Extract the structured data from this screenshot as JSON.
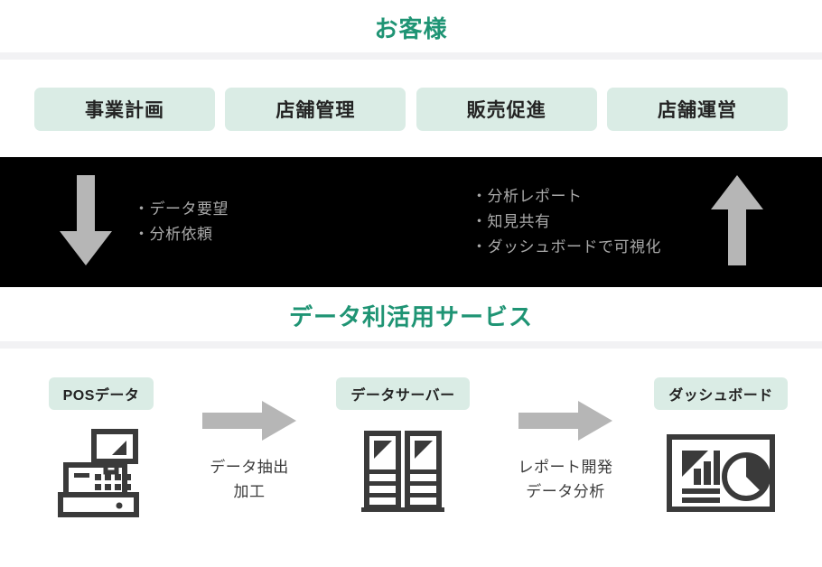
{
  "colors": {
    "accent_green": "#1f9474",
    "pill_mint": "#daece5",
    "band_black": "#000000",
    "arrow_gray": "#b6b6b6",
    "band_text_gray": "#a9a9a9",
    "icon_dark": "#3a3a3a",
    "divider_gray": "#f2f2f4"
  },
  "customer_section": {
    "title": "お客様",
    "pills": [
      {
        "label": "事業計画"
      },
      {
        "label": "店舗管理"
      },
      {
        "label": "販売促進"
      },
      {
        "label": "店舗運営"
      }
    ]
  },
  "exchange_band": {
    "down_arrow_icon": "arrow-down-icon",
    "up_arrow_icon": "arrow-up-icon",
    "request_items": [
      "・データ要望",
      "・分析依頼"
    ],
    "delivery_items": [
      "・分析レポート",
      "・知見共有",
      "・ダッシュボードで可視化"
    ]
  },
  "service_section": {
    "title": "データ利活用サービス",
    "nodes": [
      {
        "label": "POSデータ",
        "icon": "pos-register-icon"
      },
      {
        "label": "データサーバー",
        "icon": "data-server-icon"
      },
      {
        "label": "ダッシュボード",
        "icon": "dashboard-chart-icon"
      }
    ],
    "steps": [
      {
        "icon": "arrow-right-icon",
        "line1": "データ抽出",
        "line2": "加工"
      },
      {
        "icon": "arrow-right-icon",
        "line1": "レポート開発",
        "line2": "データ分析"
      }
    ]
  }
}
